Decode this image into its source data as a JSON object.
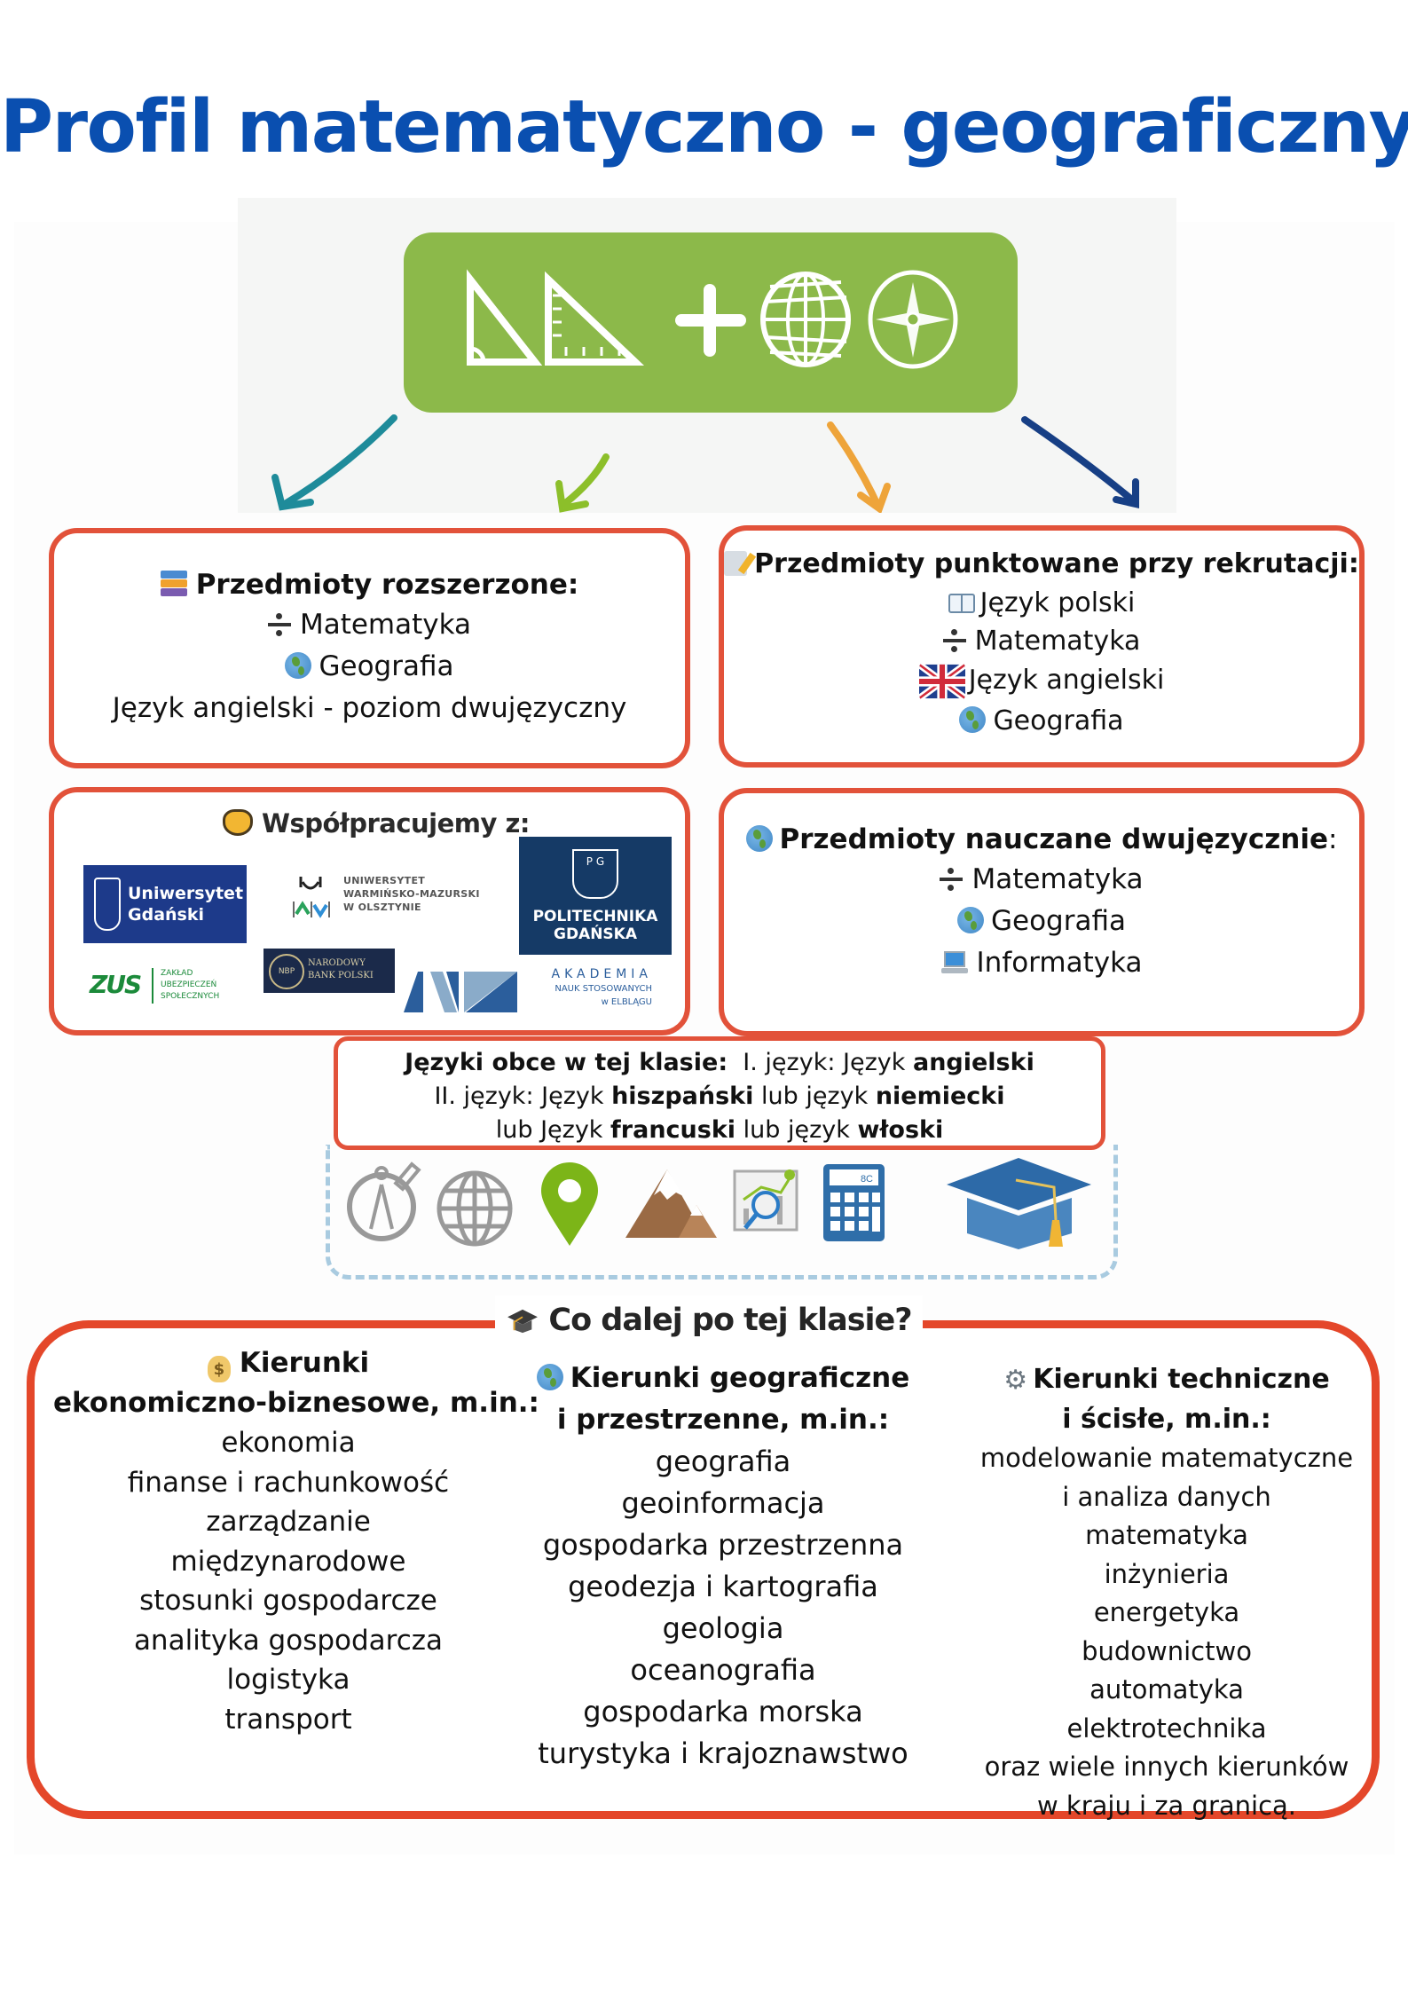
{
  "title": "Profil matematyczno - geograficzny",
  "hero": {
    "icons": [
      "set-square-icon",
      "triangle-ruler-icon",
      "plus-icon",
      "globe-icon",
      "compass-rose-icon"
    ],
    "arrow_colors": [
      "#1e8b9a",
      "#8cbf2a",
      "#eea43a",
      "#173f85"
    ],
    "banner_color": "#8cb94a"
  },
  "extended": {
    "heading": "Przedmioty rozszerzone:",
    "items": [
      "Matematyka",
      "Geografia",
      "Język angielski - poziom dwujęzyczny"
    ]
  },
  "recruitment": {
    "heading": "Przedmioty punktowane przy rekrutacji:",
    "items": [
      "Język polski",
      "Matematyka",
      "Język angielski",
      "Geografia"
    ]
  },
  "partners": {
    "heading": "Współpracujemy z:",
    "logos": {
      "ug": {
        "line1": "Uniwersytet",
        "line2": "Gdański"
      },
      "uwm": {
        "line1": "UNIWERSYTET",
        "line2": "WARMIŃSKO-MAZURSKI",
        "line3": "W OLSZTYNIE"
      },
      "pg": {
        "mark_p": "P",
        "mark_g": "G",
        "line1": "POLITECHNIKA",
        "line2": "GDAŃSKA"
      },
      "nbp": {
        "mark": "NBP",
        "line1": "NARODOWY",
        "line2": "BANK POLSKI"
      },
      "zus": {
        "mark": "ZUS",
        "line1": "ZAKŁAD",
        "line2": "UBEZPIECZEŃ",
        "line3": "SPOŁECZNYCH"
      },
      "ans": {
        "line1": "AKADEMIA",
        "line2": "NAUK STOSOWANYCH",
        "line3": "w ELBLĄGU"
      }
    }
  },
  "bilingual": {
    "heading": "Przedmioty nauczane dwujęzycznie",
    "heading_colon": ":",
    "items": [
      "Matematyka",
      "Geografia",
      "Informatyka"
    ]
  },
  "languages": {
    "label": "Języki obce w tej klasie:",
    "line1_pre": "I. język: Język",
    "line1_bold": "angielski",
    "line2_pre": "II.  język: Język",
    "line2_bold1": "hiszpański",
    "line2_mid": "lub język",
    "line2_bold2": "niemiecki",
    "line3_pre": "lub Język",
    "line3_bold1": "francuski",
    "line3_mid": "lub język",
    "line3_bold2": "włoski"
  },
  "icon_strip": {
    "icons": [
      "drawing-compass-icon",
      "globe-grid-icon",
      "map-pin-icon",
      "mountain-icon",
      "data-analysis-icon",
      "calculator-icon",
      "graduation-cap-icon"
    ],
    "calculator_display": "8C"
  },
  "next_steps": {
    "heading": "Co dalej po tej klasie?",
    "columns": [
      {
        "heading_line1": "Kierunki",
        "heading_line2": "ekonomiczno-biznesowe, m.in.:",
        "icon": "money-bag-icon",
        "money_symbol": "$",
        "items": [
          "ekonomia",
          "finanse i rachunkowość",
          "zarządzanie",
          "międzynarodowe",
          "stosunki gospodarcze",
          "analityka gospodarcza",
          "logistyka",
          "transport"
        ]
      },
      {
        "heading_line1": "Kierunki geograficzne",
        "heading_line2": "i przestrzenne, m.in.:",
        "icon": "globe-africa-icon",
        "items": [
          "geografia",
          "geoinformacja",
          "gospodarka przestrzenna",
          "geodezja i kartografia",
          "geologia",
          "oceanografia",
          "gospodarka morska",
          "turystyka i krajoznawstwo"
        ]
      },
      {
        "heading_line1": "Kierunki techniczne",
        "heading_line2": "i ścisłe, m.in.:",
        "icon": "gear-icon",
        "icon_glyph": "⚙",
        "items": [
          "modelowanie matematyczne",
          "i analiza danych",
          "matematyka",
          "inżynieria",
          "energetyka",
          "budownictwo",
          "automatyka",
          "elektrotechnika",
          "oraz wiele innych kierunków",
          "w kraju i za granicą."
        ]
      }
    ]
  },
  "colors": {
    "title": "#0a4fb0",
    "box_border": "#e2523a",
    "dashed_border": "#a9cbe0"
  }
}
